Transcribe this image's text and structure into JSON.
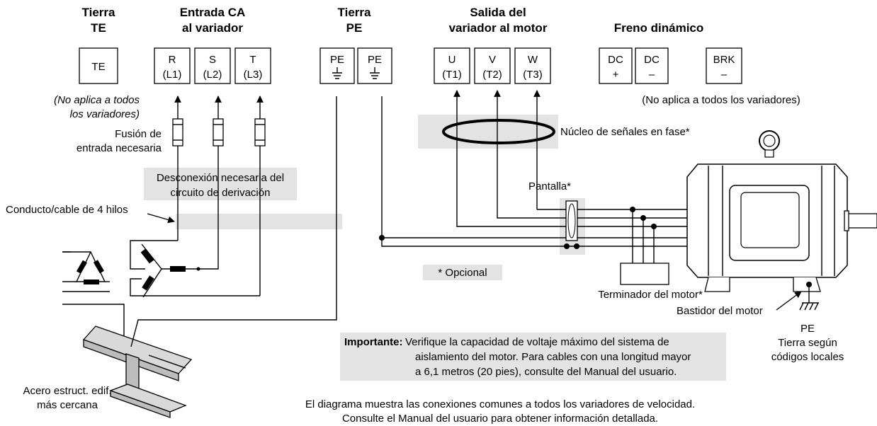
{
  "headers": {
    "tierra_te": [
      "Tierra",
      "TE"
    ],
    "entrada_ca": [
      "Entrada CA",
      "al variador"
    ],
    "tierra_pe": [
      "Tierra",
      "PE"
    ],
    "salida": [
      "Salida del",
      "variador al motor"
    ],
    "freno": "Freno dinámico"
  },
  "terminals": {
    "te": "TE",
    "r": [
      "R",
      "(L1)"
    ],
    "s": [
      "S",
      "(L2)"
    ],
    "t": [
      "T",
      "(L3)"
    ],
    "pe": "PE",
    "u": [
      "U",
      "(T1)"
    ],
    "v": [
      "V",
      "(T2)"
    ],
    "w": [
      "W",
      "(T3)"
    ],
    "dc_plus": [
      "DC",
      "+"
    ],
    "dc_minus": [
      "DC",
      "–"
    ],
    "brk": [
      "BRK",
      "–"
    ]
  },
  "notes": {
    "te_na": [
      "(No aplica a todos",
      "los variadores)"
    ],
    "fuse": [
      "Fusión de",
      "entrada necesaria"
    ],
    "disconnect": [
      "Desconexión necesaria del",
      "circuito de derivación"
    ],
    "conduit": "Conducto/cable de 4 hilos",
    "brake_na": "(No aplica a todos los variadores)",
    "core": "Núcleo de señales en fase*",
    "shield": "Pantalla*",
    "optional": "* Opcional",
    "terminator": "Terminador del motor*",
    "frame": "Bastidor del motor",
    "steel": [
      "Acero estruct. edif.",
      "más cercana"
    ],
    "pe_bottom": [
      "PE",
      "Tierra según",
      "códigos locales"
    ]
  },
  "important": {
    "label": "Importante:",
    "lines": [
      "Verifique la capacidad de voltaje máximo del sistema de",
      "aislamiento del motor. Para cables con una longitud mayor",
      "a 6,1 metros (20 pies), consulte del Manual del usuario."
    ]
  },
  "footer": [
    "El diagrama muestra las conexiones comunes a todos los variadores de velocidad.",
    "Consulte el Manual del usuario para obtener información detallada."
  ]
}
